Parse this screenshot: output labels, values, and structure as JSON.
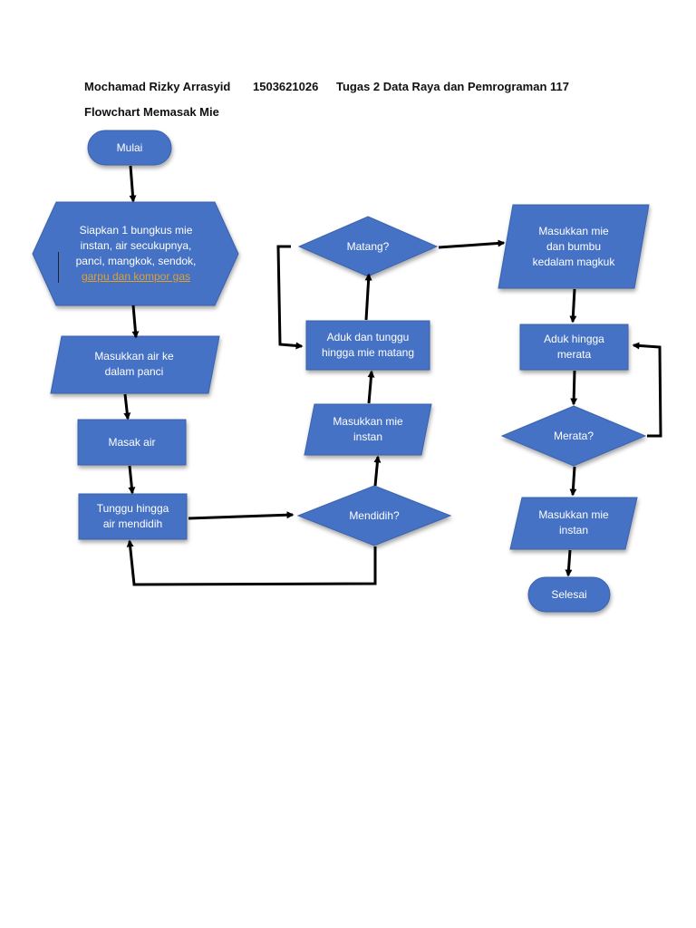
{
  "header": {
    "author": "Mochamad Rizky Arrasyid",
    "nim": "1503621026",
    "course": "Tugas 2 Data Raya dan Pemrograman 117",
    "subtitle": "Flowchart Memasak Mie"
  },
  "nodes": {
    "mulai": "Mulai",
    "siapkan": {
      "line1": "Siapkan 1 bungkus mie",
      "line2": "instan, air secukupnya,",
      "line3": "panci, mangkok, sendok,",
      "line4": "garpu dan kompor gas"
    },
    "masukkan_air": {
      "line1": "Masukkan air ke",
      "line2": "dalam panci"
    },
    "masak_air": "Masak air",
    "tunggu": {
      "line1": "Tunggu hingga",
      "line2": "air mendidih"
    },
    "mendidih": "Mendidih?",
    "masukkan_mie1": {
      "line1": "Masukkan mie",
      "line2": "instan"
    },
    "aduk_tunggu": {
      "line1": "Aduk dan tunggu",
      "line2": "hingga mie matang"
    },
    "matang": "Matang?",
    "masukkan_bumbu": {
      "line1": "Masukkan mie",
      "line2": "dan bumbu",
      "line3": "kedalam magkuk"
    },
    "aduk_merata": {
      "line1": "Aduk hingga",
      "line2": "merata"
    },
    "merata": "Merata?",
    "masukkan_mie2": {
      "line1": "Masukkan mie",
      "line2": "instan"
    },
    "selesai": "Selesai"
  },
  "colors": {
    "node_fill": "#4472c4",
    "node_stroke": "#3a62ad",
    "text": "#ffffff",
    "arrow": "#000000",
    "link_text": "#e0a030"
  }
}
